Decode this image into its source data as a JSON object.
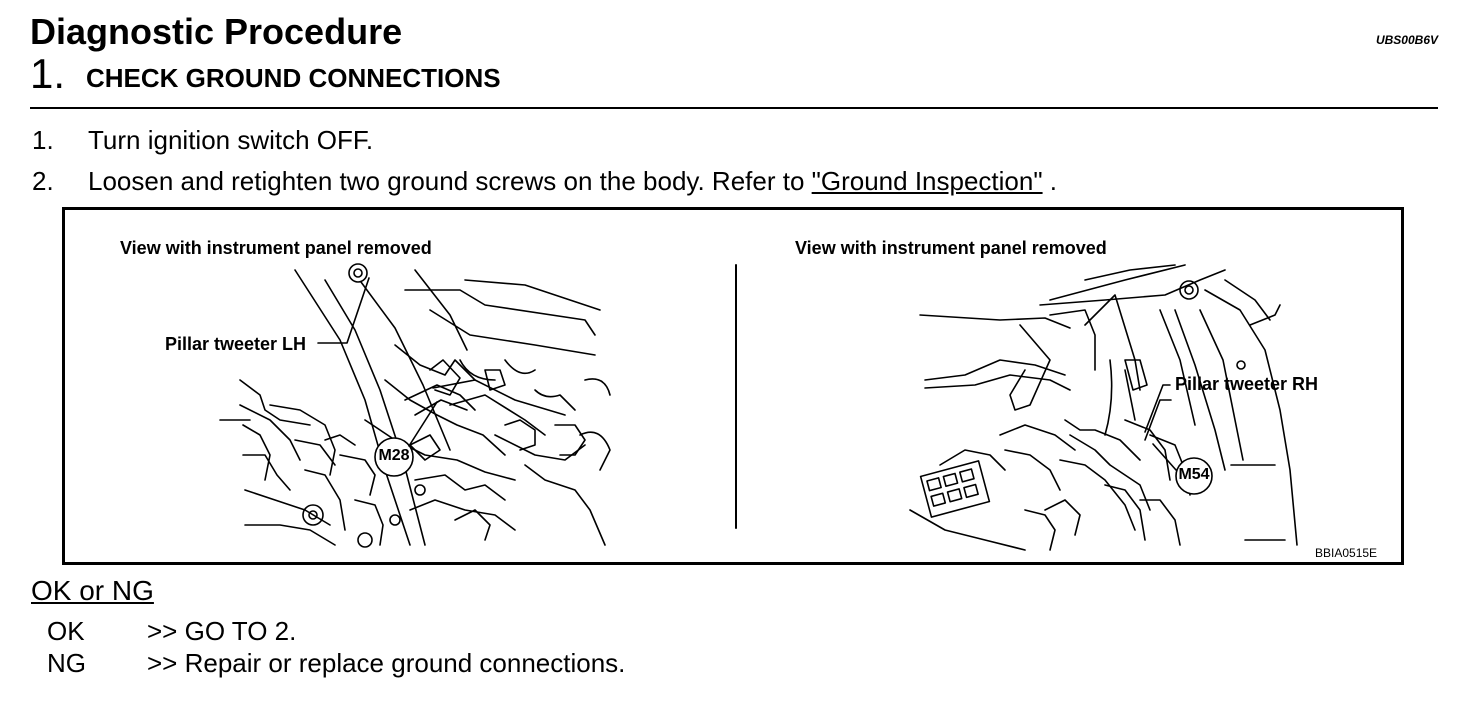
{
  "header": {
    "title": "Diagnostic Procedure",
    "doc_id": "UBS00B6V",
    "step_number": "1.",
    "step_title": "CHECK GROUND CONNECTIONS"
  },
  "instructions": [
    {
      "num": "1.",
      "text": "Turn ignition switch OFF."
    },
    {
      "num": "2.",
      "text_before": "Loosen and retighten two ground screws on the body. Refer to ",
      "link": "\"Ground Inspection\"",
      "text_after": " ."
    }
  ],
  "figure": {
    "left_caption": "View with instrument panel removed",
    "left_part_label": "Pillar tweeter LH",
    "left_connector": "M28",
    "right_caption": "View with instrument panel removed",
    "right_part_label": "Pillar tweeter RH",
    "right_connector": "M54",
    "figure_id": "BBIA0515E"
  },
  "result": {
    "heading": "OK or NG",
    "items": [
      {
        "code": "OK",
        "action": ">> GO TO 2."
      },
      {
        "code": "NG",
        "action": ">> Repair or replace ground connections."
      }
    ]
  }
}
